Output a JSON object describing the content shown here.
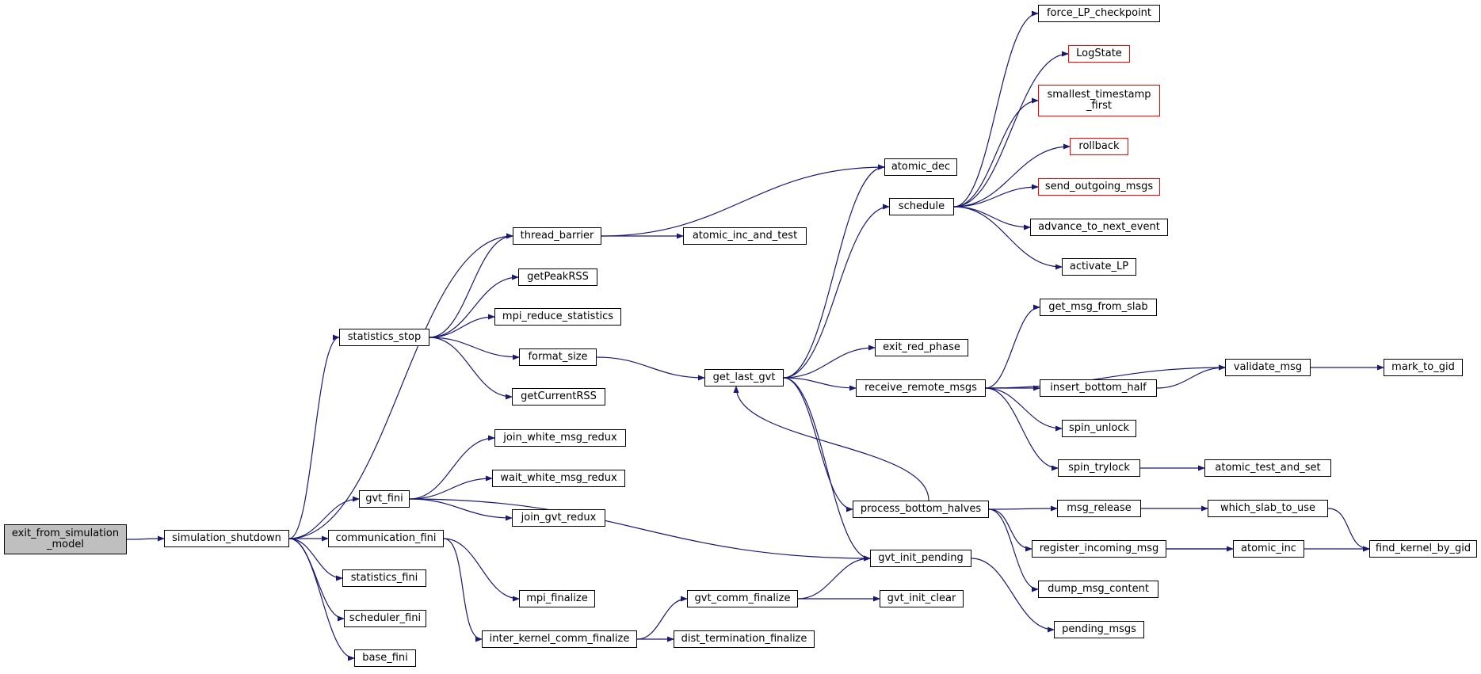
{
  "colors": {
    "edge": "#191970",
    "border": "#000000",
    "external_border": "#ff0000",
    "root_fill": "#bfbfbf",
    "fill": "#ffffff"
  },
  "nodes": [
    {
      "id": "exit_from_simulation_model",
      "label": "exit_from_simulation\n_model",
      "kind": "root"
    },
    {
      "id": "simulation_shutdown",
      "label": "simulation_shutdown",
      "kind": "normal"
    },
    {
      "id": "statistics_stop",
      "label": "statistics_stop",
      "kind": "normal"
    },
    {
      "id": "gvt_fini",
      "label": "gvt_fini",
      "kind": "normal"
    },
    {
      "id": "communication_fini",
      "label": "communication_fini",
      "kind": "normal"
    },
    {
      "id": "statistics_fini",
      "label": "statistics_fini",
      "kind": "normal"
    },
    {
      "id": "scheduler_fini",
      "label": "scheduler_fini",
      "kind": "normal"
    },
    {
      "id": "base_fini",
      "label": "base_fini",
      "kind": "normal"
    },
    {
      "id": "thread_barrier",
      "label": "thread_barrier",
      "kind": "normal"
    },
    {
      "id": "getPeakRSS",
      "label": "getPeakRSS",
      "kind": "normal"
    },
    {
      "id": "mpi_reduce_statistics",
      "label": "mpi_reduce_statistics",
      "kind": "normal"
    },
    {
      "id": "format_size",
      "label": "format_size",
      "kind": "normal"
    },
    {
      "id": "getCurrentRSS",
      "label": "getCurrentRSS",
      "kind": "normal"
    },
    {
      "id": "join_white_msg_redux",
      "label": "join_white_msg_redux",
      "kind": "normal"
    },
    {
      "id": "wait_white_msg_redux",
      "label": "wait_white_msg_redux",
      "kind": "normal"
    },
    {
      "id": "join_gvt_redux",
      "label": "join_gvt_redux",
      "kind": "normal"
    },
    {
      "id": "mpi_finalize",
      "label": "mpi_finalize",
      "kind": "normal"
    },
    {
      "id": "inter_kernel_comm_finalize",
      "label": "inter_kernel_comm_finalize",
      "kind": "normal"
    },
    {
      "id": "atomic_inc_and_test",
      "label": "atomic_inc_and_test",
      "kind": "normal"
    },
    {
      "id": "atomic_dec",
      "label": "atomic_dec",
      "kind": "normal"
    },
    {
      "id": "get_last_gvt",
      "label": "get_last_gvt",
      "kind": "normal"
    },
    {
      "id": "gvt_comm_finalize",
      "label": "gvt_comm_finalize",
      "kind": "normal"
    },
    {
      "id": "dist_termination_finalize",
      "label": "dist_termination_finalize",
      "kind": "normal"
    },
    {
      "id": "schedule",
      "label": "schedule",
      "kind": "normal"
    },
    {
      "id": "exit_red_phase",
      "label": "exit_red_phase",
      "kind": "normal"
    },
    {
      "id": "receive_remote_msgs",
      "label": "receive_remote_msgs",
      "kind": "normal"
    },
    {
      "id": "process_bottom_halves",
      "label": "process_bottom_halves",
      "kind": "normal"
    },
    {
      "id": "gvt_init_pending",
      "label": "gvt_init_pending",
      "kind": "normal"
    },
    {
      "id": "gvt_init_clear",
      "label": "gvt_init_clear",
      "kind": "normal"
    },
    {
      "id": "force_LP_checkpoint",
      "label": "force_LP_checkpoint",
      "kind": "normal"
    },
    {
      "id": "LogState",
      "label": "LogState",
      "kind": "external"
    },
    {
      "id": "smallest_timestamp_first",
      "label": "smallest_timestamp\n_first",
      "kind": "external"
    },
    {
      "id": "rollback",
      "label": "rollback",
      "kind": "external"
    },
    {
      "id": "send_outgoing_msgs",
      "label": "send_outgoing_msgs",
      "kind": "external"
    },
    {
      "id": "advance_to_next_event",
      "label": "advance_to_next_event",
      "kind": "normal"
    },
    {
      "id": "activate_LP",
      "label": "activate_LP",
      "kind": "normal"
    },
    {
      "id": "get_msg_from_slab",
      "label": "get_msg_from_slab",
      "kind": "normal"
    },
    {
      "id": "insert_bottom_half",
      "label": "insert_bottom_half",
      "kind": "normal"
    },
    {
      "id": "spin_unlock",
      "label": "spin_unlock",
      "kind": "normal"
    },
    {
      "id": "spin_trylock",
      "label": "spin_trylock",
      "kind": "normal"
    },
    {
      "id": "msg_release",
      "label": "msg_release",
      "kind": "normal"
    },
    {
      "id": "register_incoming_msg",
      "label": "register_incoming_msg",
      "kind": "normal"
    },
    {
      "id": "dump_msg_content",
      "label": "dump_msg_content",
      "kind": "normal"
    },
    {
      "id": "pending_msgs",
      "label": "pending_msgs",
      "kind": "normal"
    },
    {
      "id": "validate_msg",
      "label": "validate_msg",
      "kind": "normal"
    },
    {
      "id": "mark_to_gid",
      "label": "mark_to_gid",
      "kind": "normal"
    },
    {
      "id": "atomic_test_and_set",
      "label": "atomic_test_and_set",
      "kind": "normal"
    },
    {
      "id": "which_slab_to_use",
      "label": "which_slab_to_use",
      "kind": "normal"
    },
    {
      "id": "atomic_inc",
      "label": "atomic_inc",
      "kind": "normal"
    },
    {
      "id": "find_kernel_by_gid",
      "label": "find_kernel_by_gid",
      "kind": "normal"
    }
  ],
  "edges": [
    [
      "exit_from_simulation_model",
      "simulation_shutdown"
    ],
    [
      "simulation_shutdown",
      "thread_barrier"
    ],
    [
      "simulation_shutdown",
      "statistics_stop"
    ],
    [
      "simulation_shutdown",
      "gvt_fini"
    ],
    [
      "simulation_shutdown",
      "communication_fini"
    ],
    [
      "simulation_shutdown",
      "statistics_fini"
    ],
    [
      "simulation_shutdown",
      "scheduler_fini"
    ],
    [
      "simulation_shutdown",
      "base_fini"
    ],
    [
      "statistics_stop",
      "thread_barrier"
    ],
    [
      "statistics_stop",
      "getPeakRSS"
    ],
    [
      "statistics_stop",
      "mpi_reduce_statistics"
    ],
    [
      "statistics_stop",
      "format_size"
    ],
    [
      "statistics_stop",
      "getCurrentRSS"
    ],
    [
      "gvt_fini",
      "join_white_msg_redux"
    ],
    [
      "gvt_fini",
      "wait_white_msg_redux"
    ],
    [
      "gvt_fini",
      "join_gvt_redux"
    ],
    [
      "gvt_fini",
      "gvt_init_pending"
    ],
    [
      "communication_fini",
      "mpi_finalize"
    ],
    [
      "communication_fini",
      "inter_kernel_comm_finalize"
    ],
    [
      "thread_barrier",
      "atomic_dec"
    ],
    [
      "thread_barrier",
      "atomic_inc_and_test"
    ],
    [
      "format_size",
      "get_last_gvt"
    ],
    [
      "inter_kernel_comm_finalize",
      "gvt_comm_finalize"
    ],
    [
      "inter_kernel_comm_finalize",
      "dist_termination_finalize"
    ],
    [
      "gvt_comm_finalize",
      "gvt_init_pending"
    ],
    [
      "gvt_comm_finalize",
      "gvt_init_clear"
    ],
    [
      "get_last_gvt",
      "atomic_dec"
    ],
    [
      "get_last_gvt",
      "schedule"
    ],
    [
      "get_last_gvt",
      "exit_red_phase"
    ],
    [
      "get_last_gvt",
      "receive_remote_msgs"
    ],
    [
      "get_last_gvt",
      "process_bottom_halves"
    ],
    [
      "get_last_gvt",
      "gvt_init_pending"
    ],
    [
      "process_bottom_halves",
      "get_last_gvt"
    ],
    [
      "schedule",
      "force_LP_checkpoint"
    ],
    [
      "schedule",
      "LogState"
    ],
    [
      "schedule",
      "smallest_timestamp_first"
    ],
    [
      "schedule",
      "rollback"
    ],
    [
      "schedule",
      "send_outgoing_msgs"
    ],
    [
      "schedule",
      "advance_to_next_event"
    ],
    [
      "schedule",
      "activate_LP"
    ],
    [
      "receive_remote_msgs",
      "get_msg_from_slab"
    ],
    [
      "receive_remote_msgs",
      "validate_msg"
    ],
    [
      "receive_remote_msgs",
      "insert_bottom_half"
    ],
    [
      "receive_remote_msgs",
      "spin_unlock"
    ],
    [
      "receive_remote_msgs",
      "spin_trylock"
    ],
    [
      "insert_bottom_half",
      "validate_msg"
    ],
    [
      "validate_msg",
      "mark_to_gid"
    ],
    [
      "spin_trylock",
      "atomic_test_and_set"
    ],
    [
      "process_bottom_halves",
      "msg_release"
    ],
    [
      "process_bottom_halves",
      "register_incoming_msg"
    ],
    [
      "process_bottom_halves",
      "dump_msg_content"
    ],
    [
      "msg_release",
      "which_slab_to_use"
    ],
    [
      "which_slab_to_use",
      "find_kernel_by_gid"
    ],
    [
      "register_incoming_msg",
      "atomic_inc"
    ],
    [
      "register_incoming_msg",
      "find_kernel_by_gid"
    ],
    [
      "gvt_init_pending",
      "pending_msgs"
    ]
  ]
}
